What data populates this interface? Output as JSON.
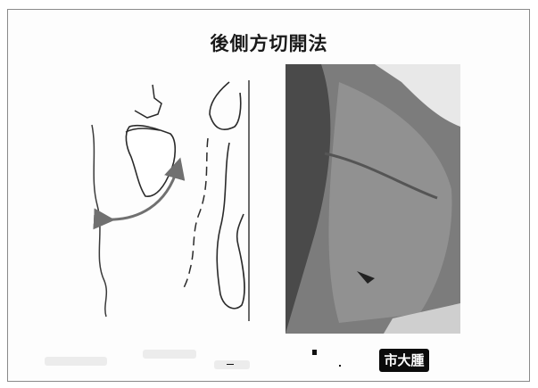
{
  "slide": {
    "title": "後側方切開法"
  },
  "footer": {
    "logo_text": "市大腫"
  },
  "colors": {
    "arrow": "#707070",
    "line": "#2a2a2a",
    "photo_skin": "#8a8a8a",
    "logo_bg": "#0b0b0b"
  },
  "icons": {
    "arrow": "double-headed-curved-arrow"
  }
}
